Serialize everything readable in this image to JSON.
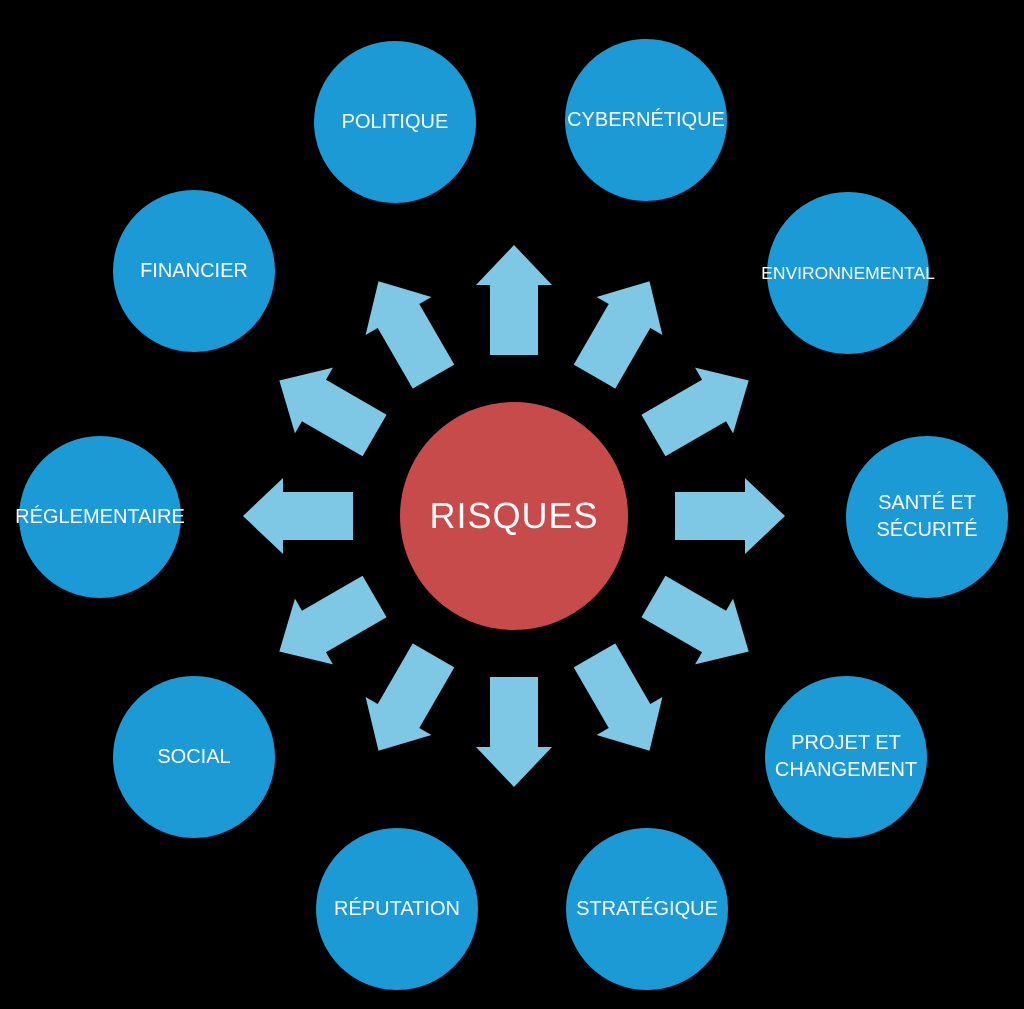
{
  "title": "RISQUES",
  "colors": {
    "background": "#000000",
    "center_circle": "#c74b4b",
    "node_circle": "#1c9ad6",
    "arrow": "#7ec8e6",
    "text": "#ffffff"
  },
  "center": {
    "label": "RISQUES"
  },
  "nodes": [
    {
      "label": "POLITIQUE"
    },
    {
      "label": "CYBERNÉTIQUE"
    },
    {
      "label": "ENVIRONNEMENTAL"
    },
    {
      "label": "SANTÉ ET\nSÉCURITÉ"
    },
    {
      "label": "PROJET ET\nCHANGEMENT"
    },
    {
      "label": "STRATÉGIQUE"
    },
    {
      "label": "RÉPUTATION"
    },
    {
      "label": "SOCIAL"
    },
    {
      "label": "RÉGLEMENTAIRE"
    },
    {
      "label": "FINANCIER"
    }
  ]
}
